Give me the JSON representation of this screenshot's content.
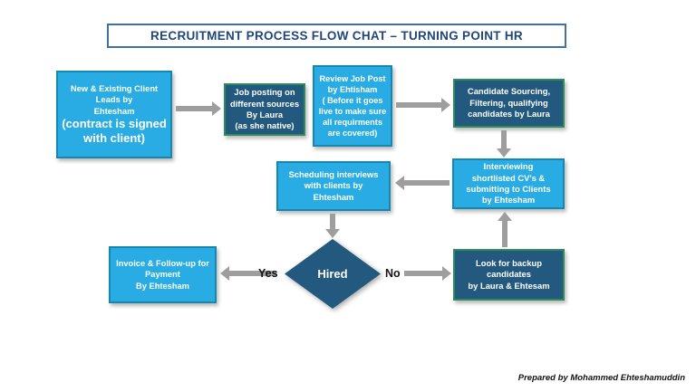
{
  "title": "RECRUITMENT PROCESS FLOW CHAT – TURNING POINT HR",
  "nodes": {
    "client_leads": {
      "top": "New & Existing Client\nLeads by\nEhtesham",
      "emphasis": "(contract is signed\nwith client)"
    },
    "job_posting": {
      "text": "Job posting on\ndifferent sources\nBy Laura\n(as she  native)"
    },
    "review_job_post": {
      "text": "Review Job Post\nby Ehtisham\n( Before it goes\nlive to make sure\nall requirments\nare covered)"
    },
    "candidate_sourcing": {
      "text": "Candidate Sourcing,\nFiltering, qualifying\ncandidates by Laura"
    },
    "interviewing": {
      "text": "Interviewing\nshortlisted CV's &\nsubmitting to Clients\nby Ehtesham"
    },
    "scheduling": {
      "text": "Scheduling interviews\nwith clients by\nEhtesham"
    },
    "invoice": {
      "text": "Invoice & Follow-up for\nPayment\nBy Ehtesham"
    },
    "backup": {
      "text": "Look for backup\ncandidates\nby Laura & Ehtesam"
    },
    "decision": {
      "text": "Hired"
    }
  },
  "edge_labels": {
    "yes": "Yes",
    "no": "No"
  },
  "edges": [
    "client_leads -> job_posting",
    "review_job_post -> candidate_sourcing",
    "candidate_sourcing -> interviewing",
    "interviewing -> scheduling",
    "scheduling -> decision",
    "decision -Yes-> invoice",
    "decision -No-> backup",
    "backup -> interviewing"
  ],
  "footer": "Prepared by Mohammed Ehteshamuddin",
  "colors": {
    "light_fill": "#29ACE3",
    "light_border": "#1887B0",
    "dark_fill": "#24597F",
    "dark_border": "#2F8C5A",
    "title_text": "#1F4779",
    "title_border": "#41719C",
    "arrow": "#9E9E9E",
    "label_text": "#141414"
  }
}
